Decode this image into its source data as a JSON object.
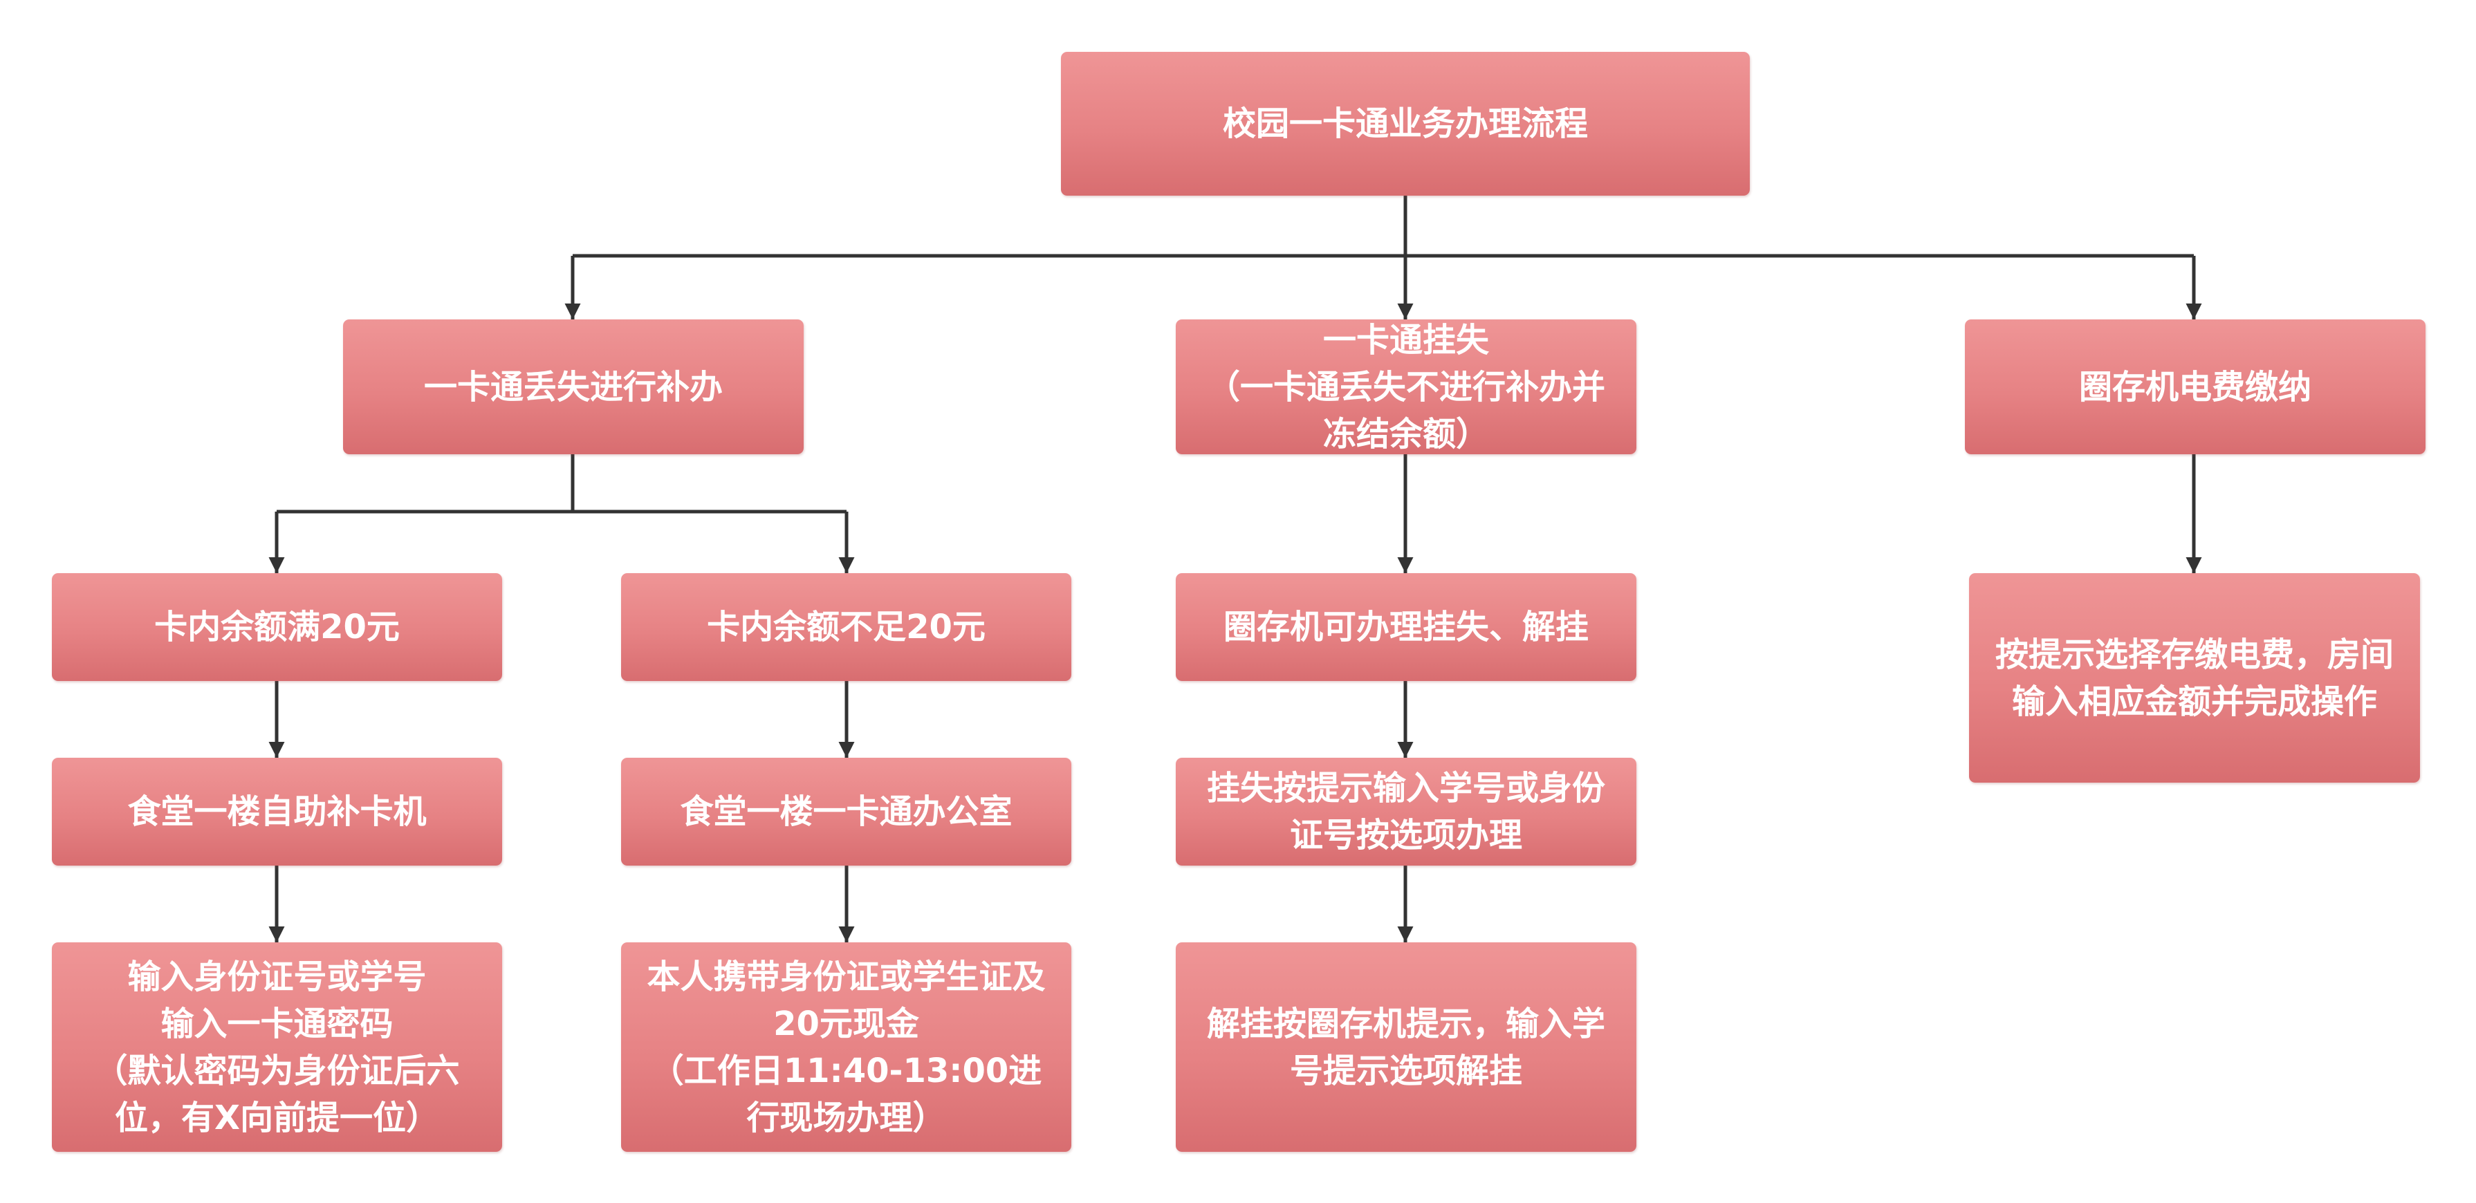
{
  "diagram": {
    "root": {
      "label": "校园一卡通业务办理流程"
    },
    "branch_reissue": {
      "label": "一卡通丢失进行补办",
      "sub_over_20": {
        "label": "卡内余额满20元",
        "location": "食堂一楼自助补卡机",
        "steps": "输入身份证号或学号\n输入一卡通密码\n（默认密码为身份证后六位，有X向前提一位）"
      },
      "sub_under_20": {
        "label": "卡内余额不足20元",
        "location": "食堂一楼一卡通办公室",
        "steps": "本人携带身份证或学生证及20元现金\n（工作日11:40-13:00进行现场办理）"
      }
    },
    "branch_loss": {
      "label": "一卡通挂失\n（一卡通丢失不进行补办并冻结余额）",
      "step1": "圈存机可办理挂失、解挂",
      "step2": "挂失按提示输入学号或身份证号按选项办理",
      "step3": "解挂按圈存机提示，输入学号提示选项解挂"
    },
    "branch_electric": {
      "label": "圈存机电费缴纳",
      "step1": "按提示选择存缴电费，房间输入相应金额并完成操作"
    }
  }
}
